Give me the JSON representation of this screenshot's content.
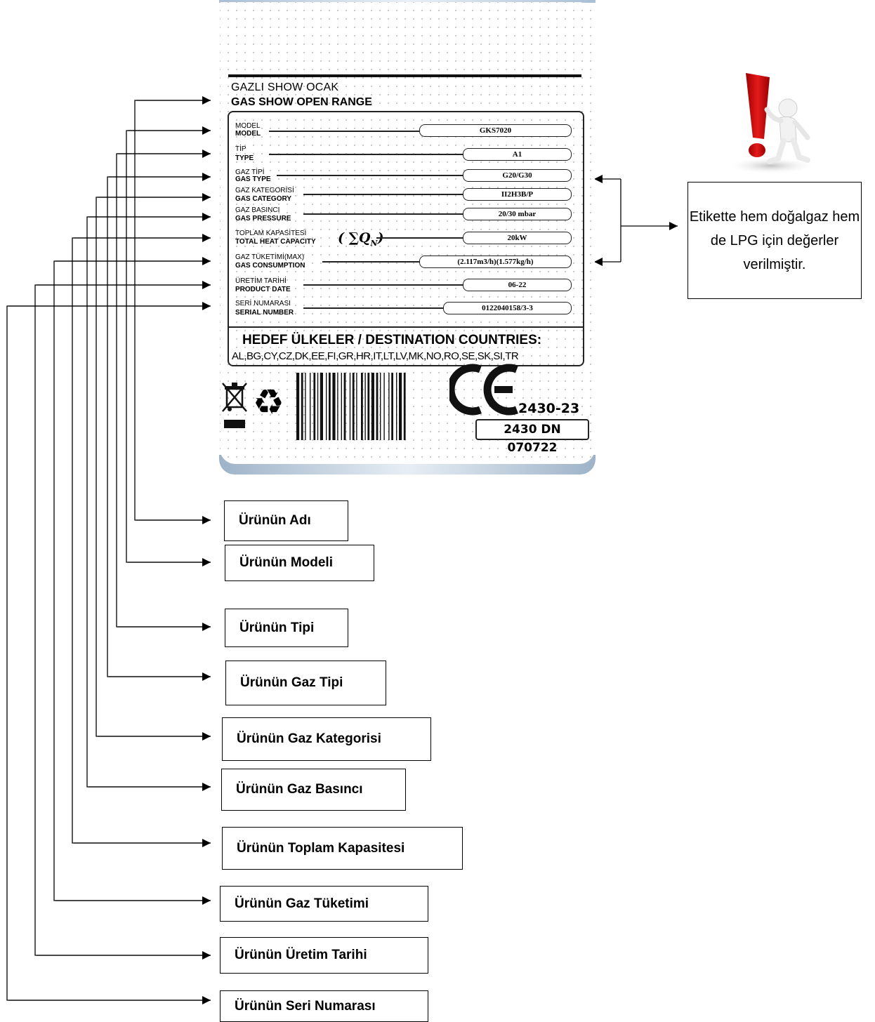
{
  "plate": {
    "title_tr": "GAZLI SHOW OCAK",
    "title_en": "GAS SHOW OPEN RANGE",
    "fields": [
      {
        "label_tr": "MODEL",
        "label_en": "MODEL",
        "value": "GKS7020"
      },
      {
        "label_tr": "TİP",
        "label_en": "TYPE",
        "value": "A1"
      },
      {
        "label_tr": "GAZ TİPİ",
        "label_en": "GAS TYPE",
        "value": "G20/G30"
      },
      {
        "label_tr": "GAZ KATEGORİSİ",
        "label_en": "GAS CATEGORY",
        "value": "II2H3B/P"
      },
      {
        "label_tr": "GAZ BASINCI",
        "label_en": "GAS PRESSURE",
        "value": "20/30 mbar"
      },
      {
        "label_tr": "TOPLAM KAPASİTESİ",
        "label_en": "TOTAL HEAT CAPACITY",
        "value": "20kW"
      },
      {
        "label_tr": "GAZ TÜKETİMİ(MAX)",
        "label_en": "GAS CONSUMPTION",
        "value": "(2.117m3/h)(1.577kg/h)"
      },
      {
        "label_tr": "ÜRETİM TARİHİ",
        "label_en": "PRODUCT DATE",
        "value": "06-22"
      },
      {
        "label_tr": "SERİ NUMARASI",
        "label_en": "SERIAL NUMBER",
        "value": "0122040158/3-3"
      }
    ],
    "capacity_symbol": "( ∑Q",
    "capacity_symbol_sub": "N",
    "capacity_symbol_end": ")",
    "destination_title": "HEDEF ÜLKELER / DESTINATION COUNTRIES:",
    "destination_list": "AL,BG,CY,CZ,DK,EE,FI,GR,HR,IT,LT,LV,MK,NO,RO,SE,SK,SI,TR",
    "ce_mark": "CE",
    "ce_number": "2430-23",
    "notified_body": "2430 DN 070722",
    "icons": [
      "weee-crossed-bin-icon",
      "recycle-icon",
      "barcode",
      "ce-mark"
    ]
  },
  "callouts": [
    "Ürünün Adı",
    "Ürünün Modeli",
    "Ürünün Tipi",
    "Ürünün Gaz Tipi",
    "Ürünün Gaz Kategorisi",
    "Ürünün Gaz Basıncı",
    "Ürünün Toplam Kapasitesi",
    "Ürünün Gaz Tüketimi",
    "Ürünün Üretim Tarihi",
    "Ürünün Seri Numarası"
  ],
  "note": {
    "text": "Etikette hem doğalgaz hem de LPG için değerler verilmiştir.",
    "icon": "exclamation-figure-icon",
    "accent_color": "#d01010"
  }
}
